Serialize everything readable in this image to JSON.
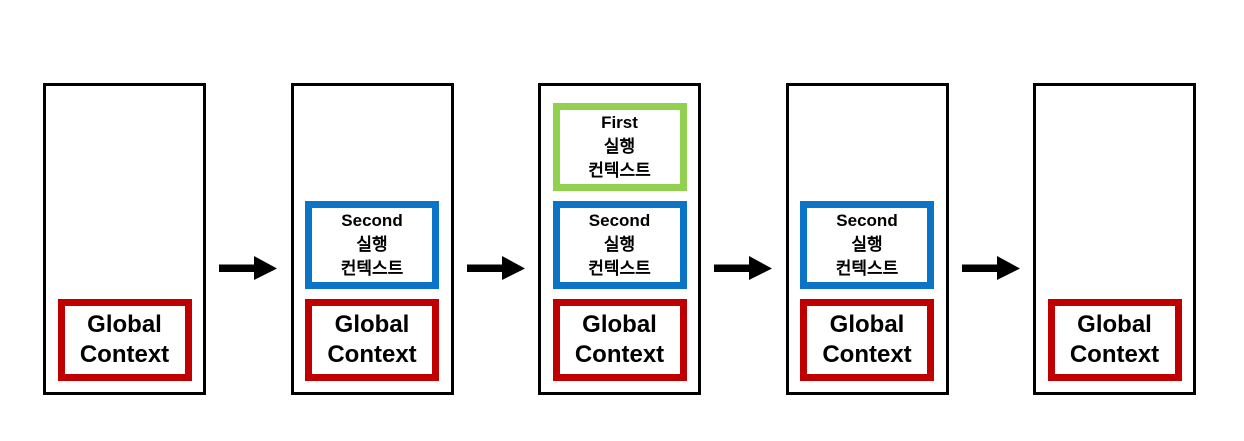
{
  "colors": {
    "frame": "#000000",
    "global": "#c00000",
    "second": "#0c74c6",
    "first": "#92d050",
    "arrow": "#000000"
  },
  "panels": [
    {
      "boxes": [
        {
          "kind": "global",
          "text": "Global\nContext"
        }
      ]
    },
    {
      "boxes": [
        {
          "kind": "second",
          "text": "Second\n실행\n컨텍스트"
        },
        {
          "kind": "global",
          "text": "Global\nContext"
        }
      ]
    },
    {
      "boxes": [
        {
          "kind": "first",
          "text": "First\n실행\n컨텍스트"
        },
        {
          "kind": "second",
          "text": "Second\n실행\n컨텍스트"
        },
        {
          "kind": "global",
          "text": "Global\nContext"
        }
      ]
    },
    {
      "boxes": [
        {
          "kind": "second",
          "text": "Second\n실행\n컨텍스트"
        },
        {
          "kind": "global",
          "text": "Global\nContext"
        }
      ]
    },
    {
      "boxes": [
        {
          "kind": "global",
          "text": "Global\nContext"
        }
      ]
    }
  ]
}
